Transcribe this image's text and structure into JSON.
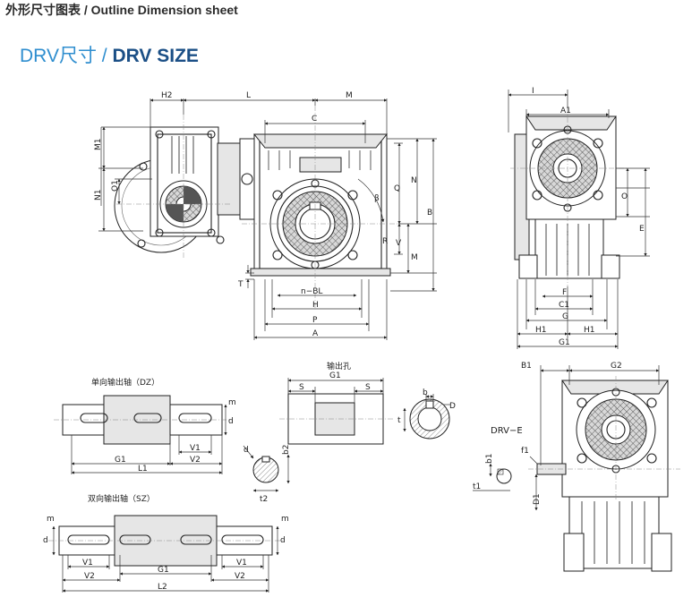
{
  "header": {
    "title": "外形尺寸图表 / Outline Dimension sheet"
  },
  "subtitle": {
    "part1": "DRV尺寸 / ",
    "part2": "DRV SIZE"
  },
  "dims": {
    "H2": "H2",
    "L": "L",
    "M": "M",
    "C": "C",
    "M1": "M1",
    "N1": "N1",
    "O1": "O1",
    "beta": "β",
    "Q": "Q",
    "N": "N",
    "B": "B",
    "R": "R",
    "V": "V",
    "T": "T",
    "nBL": "n−BL",
    "H": "H",
    "P": "P",
    "A": "A",
    "I": "I",
    "A1": "A1",
    "O": "O",
    "E": "E",
    "F": "F",
    "C1": "C1",
    "G": "G",
    "H1a": "H1",
    "H1b": "H1",
    "G1": "G1",
    "B1": "B1",
    "G2": "G2",
    "drvE": "DRV−E",
    "f1": "f1",
    "b1": "b1",
    "t1": "t1",
    "D1": "D1",
    "dz_label": "单向输出轴（DZ）",
    "dz_m": "m",
    "dz_d": "d",
    "dz_V1": "V1",
    "dz_G1": "G1",
    "dz_V2": "V2",
    "dz_L1": "L1",
    "hole_label": "输出孔",
    "hole_G1": "G1",
    "hole_S1": "S",
    "hole_S2": "S",
    "sec_b": "b",
    "sec_t": "t",
    "sec_D": "D",
    "key_d": "d",
    "key_b2": "b2",
    "key_t2": "t2",
    "sz_label": "双向输出轴（SZ）",
    "sz_m1": "m",
    "sz_d1": "d",
    "sz_m2": "m",
    "sz_d2": "d",
    "sz_V1a": "V1",
    "sz_V1b": "V1",
    "sz_G1": "G1",
    "sz_V2a": "V2",
    "sz_V2b": "V2",
    "sz_L2": "L2"
  }
}
